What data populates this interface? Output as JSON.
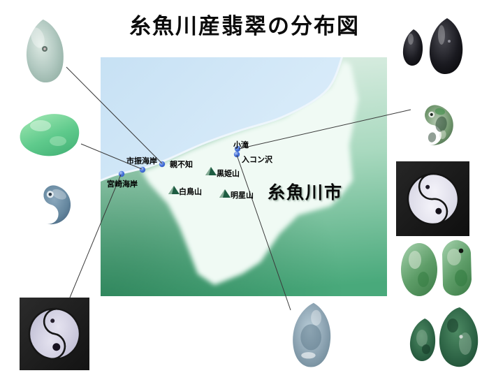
{
  "title": "糸魚川産翡翠の分布図",
  "map": {
    "city_label": "糸魚川市",
    "locations": [
      {
        "label": "市振海岸",
        "type": "coast-point"
      },
      {
        "label": "親不知",
        "type": "coast-point"
      },
      {
        "label": "宮崎海岸",
        "type": "coast-point"
      },
      {
        "label": "小滝",
        "type": "inland-point"
      },
      {
        "label": "入コン沢",
        "type": "inland-point"
      },
      {
        "label": "黒姫山",
        "type": "mountain"
      },
      {
        "label": "白鳥山",
        "type": "mountain"
      },
      {
        "label": "明星山",
        "type": "mountain"
      }
    ],
    "colors": {
      "sea": "#d5e9f8",
      "coast_glow": "#eaf4fb",
      "land_light": "#dceee3",
      "land_dark": "#49a97b",
      "city_fill": "#f0faf4",
      "marker_blue": "#3e6cd6",
      "mountain_green": "#1d5c41",
      "connector_line": "#3a3a3a"
    }
  },
  "stones": [
    {
      "name": "pale-green-teardrop-bead",
      "connects_to": "親不知"
    },
    {
      "name": "green-rough-jade-pebble",
      "connects_to": "市振海岸"
    },
    {
      "name": "blue-grey-magatama",
      "connects_to": null
    },
    {
      "name": "lavender-magatama-pair-photo",
      "connects_to": "宮崎海岸"
    },
    {
      "name": "black-teardrop-beads",
      "connects_to": null
    },
    {
      "name": "green-mottled-magatama",
      "connects_to": "小滝"
    },
    {
      "name": "white-magatama-pair-photo",
      "connects_to": null
    },
    {
      "name": "green-barrel-beads",
      "connects_to": null
    },
    {
      "name": "dark-green-teardrop-beads",
      "connects_to": null
    },
    {
      "name": "blue-grey-teardrop-bead",
      "connects_to": "入コン沢"
    }
  ]
}
